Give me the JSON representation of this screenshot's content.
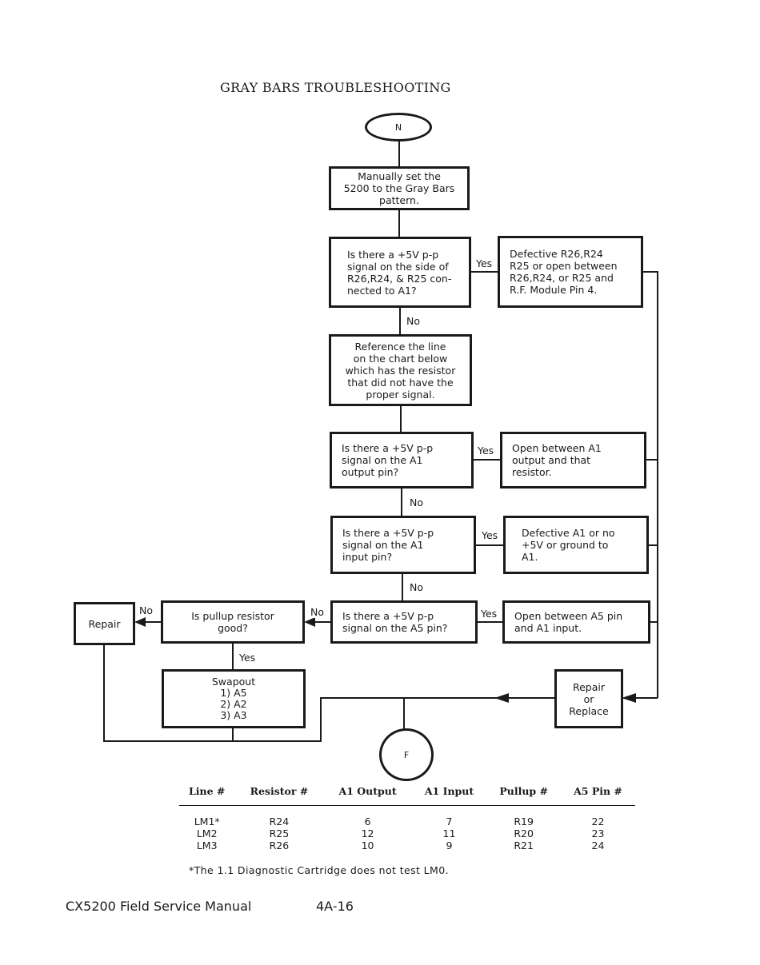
{
  "title": "GRAY BARS TROUBLESHOOTING",
  "flow": {
    "start": "N",
    "end": "F",
    "step_manual": "Manually set the\n5200 to the Gray Bars\npattern.",
    "q_r26": "Is there a +5V p-p\nsignal on the side of\nR26,R24, & R25 con-\nnected to A1?",
    "a_r26": "Defective R26,R24\nR25 or open between\nR26,R24, or R25 and\nR.F. Module Pin 4.",
    "step_reference": "Reference the line\non the chart below\nwhich has the resistor\nthat did not have the\nproper signal.",
    "q_a1_out": "Is there a +5V p-p\nsignal on the A1\noutput pin?",
    "a_a1_out": "Open between A1\noutput and that\nresistor.",
    "q_a1_in": "Is there a +5V p-p\nsignal on the A1\ninput pin?",
    "a_a1_in": "Defective A1 or no\n+5V or ground to\nA1.",
    "q_a5": "Is there a +5V p-p\nsignal on the A5 pin?",
    "a_a5": "Open between A5 pin\nand A1 input.",
    "q_pullup": "Is pullup resistor\ngood?",
    "repair": "Repair",
    "swapout": "Swapout\n1) A5\n2) A2\n3) A3",
    "repair_replace": "Repair\nor\nReplace",
    "yes": "Yes",
    "no": "No"
  },
  "table": {
    "headers": [
      "Line #",
      "Resistor #",
      "A1 Output",
      "A1 Input",
      "Pullup #",
      "A5 Pin #"
    ],
    "rows": [
      [
        "LM1*",
        "R24",
        "6",
        "7",
        "R19",
        "22"
      ],
      [
        "LM2",
        "R25",
        "12",
        "11",
        "R20",
        "23"
      ],
      [
        "LM3",
        "R26",
        "10",
        "9",
        "R21",
        "24"
      ]
    ]
  },
  "footnote": "*The 1.1 Diagnostic Cartridge does not test LM0.",
  "footer": {
    "manual": "CX5200 Field Service Manual",
    "page": "4A-16"
  }
}
